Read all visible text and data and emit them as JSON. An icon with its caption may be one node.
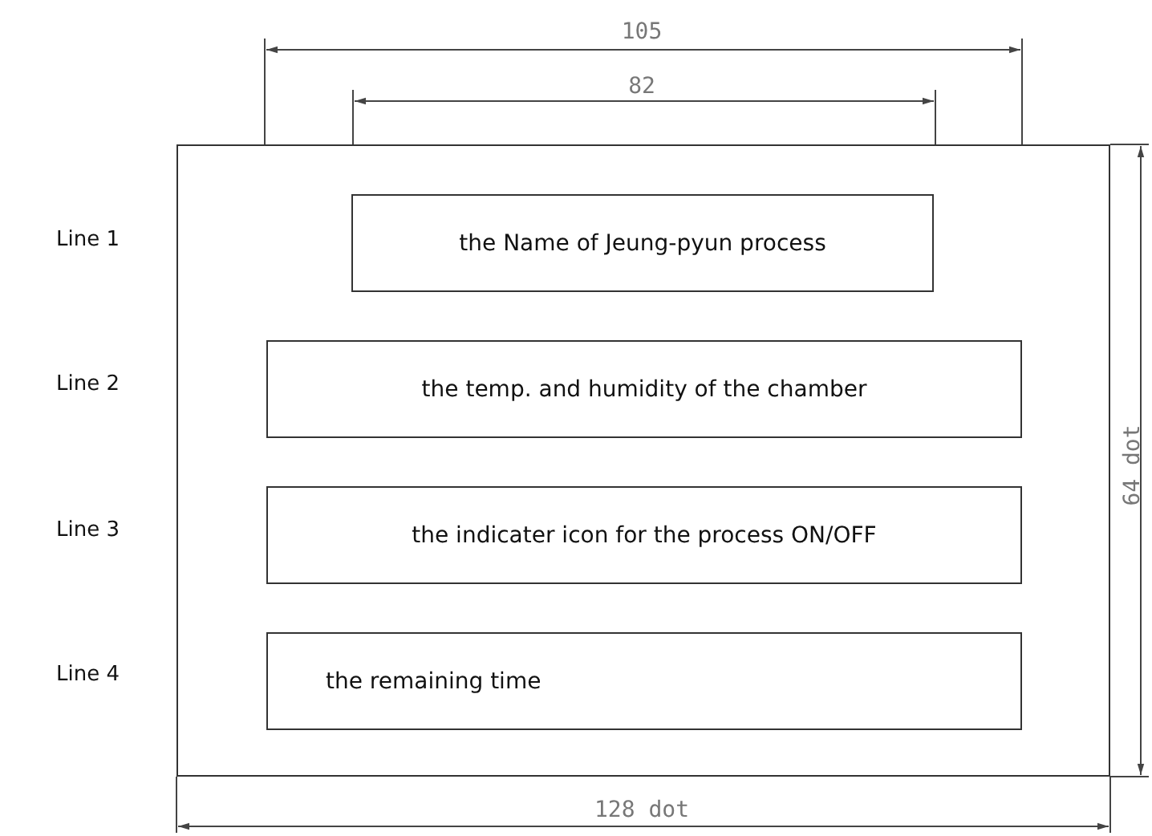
{
  "diagram": {
    "nodes": [
      {
        "text": [],
        "shape": "box"
      },
      {
        "text": [
          "the Name of Jeung-pyun process"
        ],
        "in": 0
      },
      {
        "text": [
          "the temp. and humidity of the chamber"
        ],
        "in": 0
      },
      {
        "text": [
          "the indicater icon for the process ON/OFF"
        ],
        "in": 0
      },
      {
        "text": [
          "the remaining time"
        ],
        "in": 0
      }
    ],
    "labels": [
      "105",
      "82",
      "Line 1",
      "Line 2",
      "64 dot",
      "Line 3",
      "Line 4",
      "128 dot"
    ]
  }
}
